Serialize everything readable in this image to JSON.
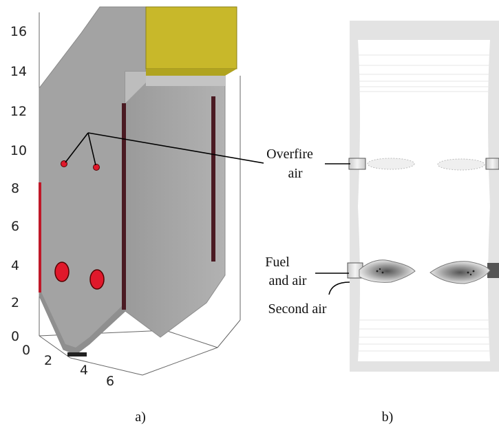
{
  "panel_a": {
    "caption": "a)",
    "vertical_ticks": [
      "0",
      "2",
      "4",
      "6",
      "8",
      "10",
      "12",
      "14",
      "16"
    ],
    "x_ticks": [
      "0",
      "2",
      "4",
      "6"
    ]
  },
  "panel_b": {
    "caption": "b)",
    "labels": {
      "overfire_line1": "Overfire",
      "overfire_line2": "air",
      "fuel_line1": "Fuel",
      "fuel_line2": "and air",
      "second_air": "Second air"
    }
  },
  "colors": {
    "furnace_gray": "#a3a3a3",
    "roof_yellow": "#c8b82a",
    "port_red": "#e0192b",
    "wall_edge": "#4a1a22"
  }
}
